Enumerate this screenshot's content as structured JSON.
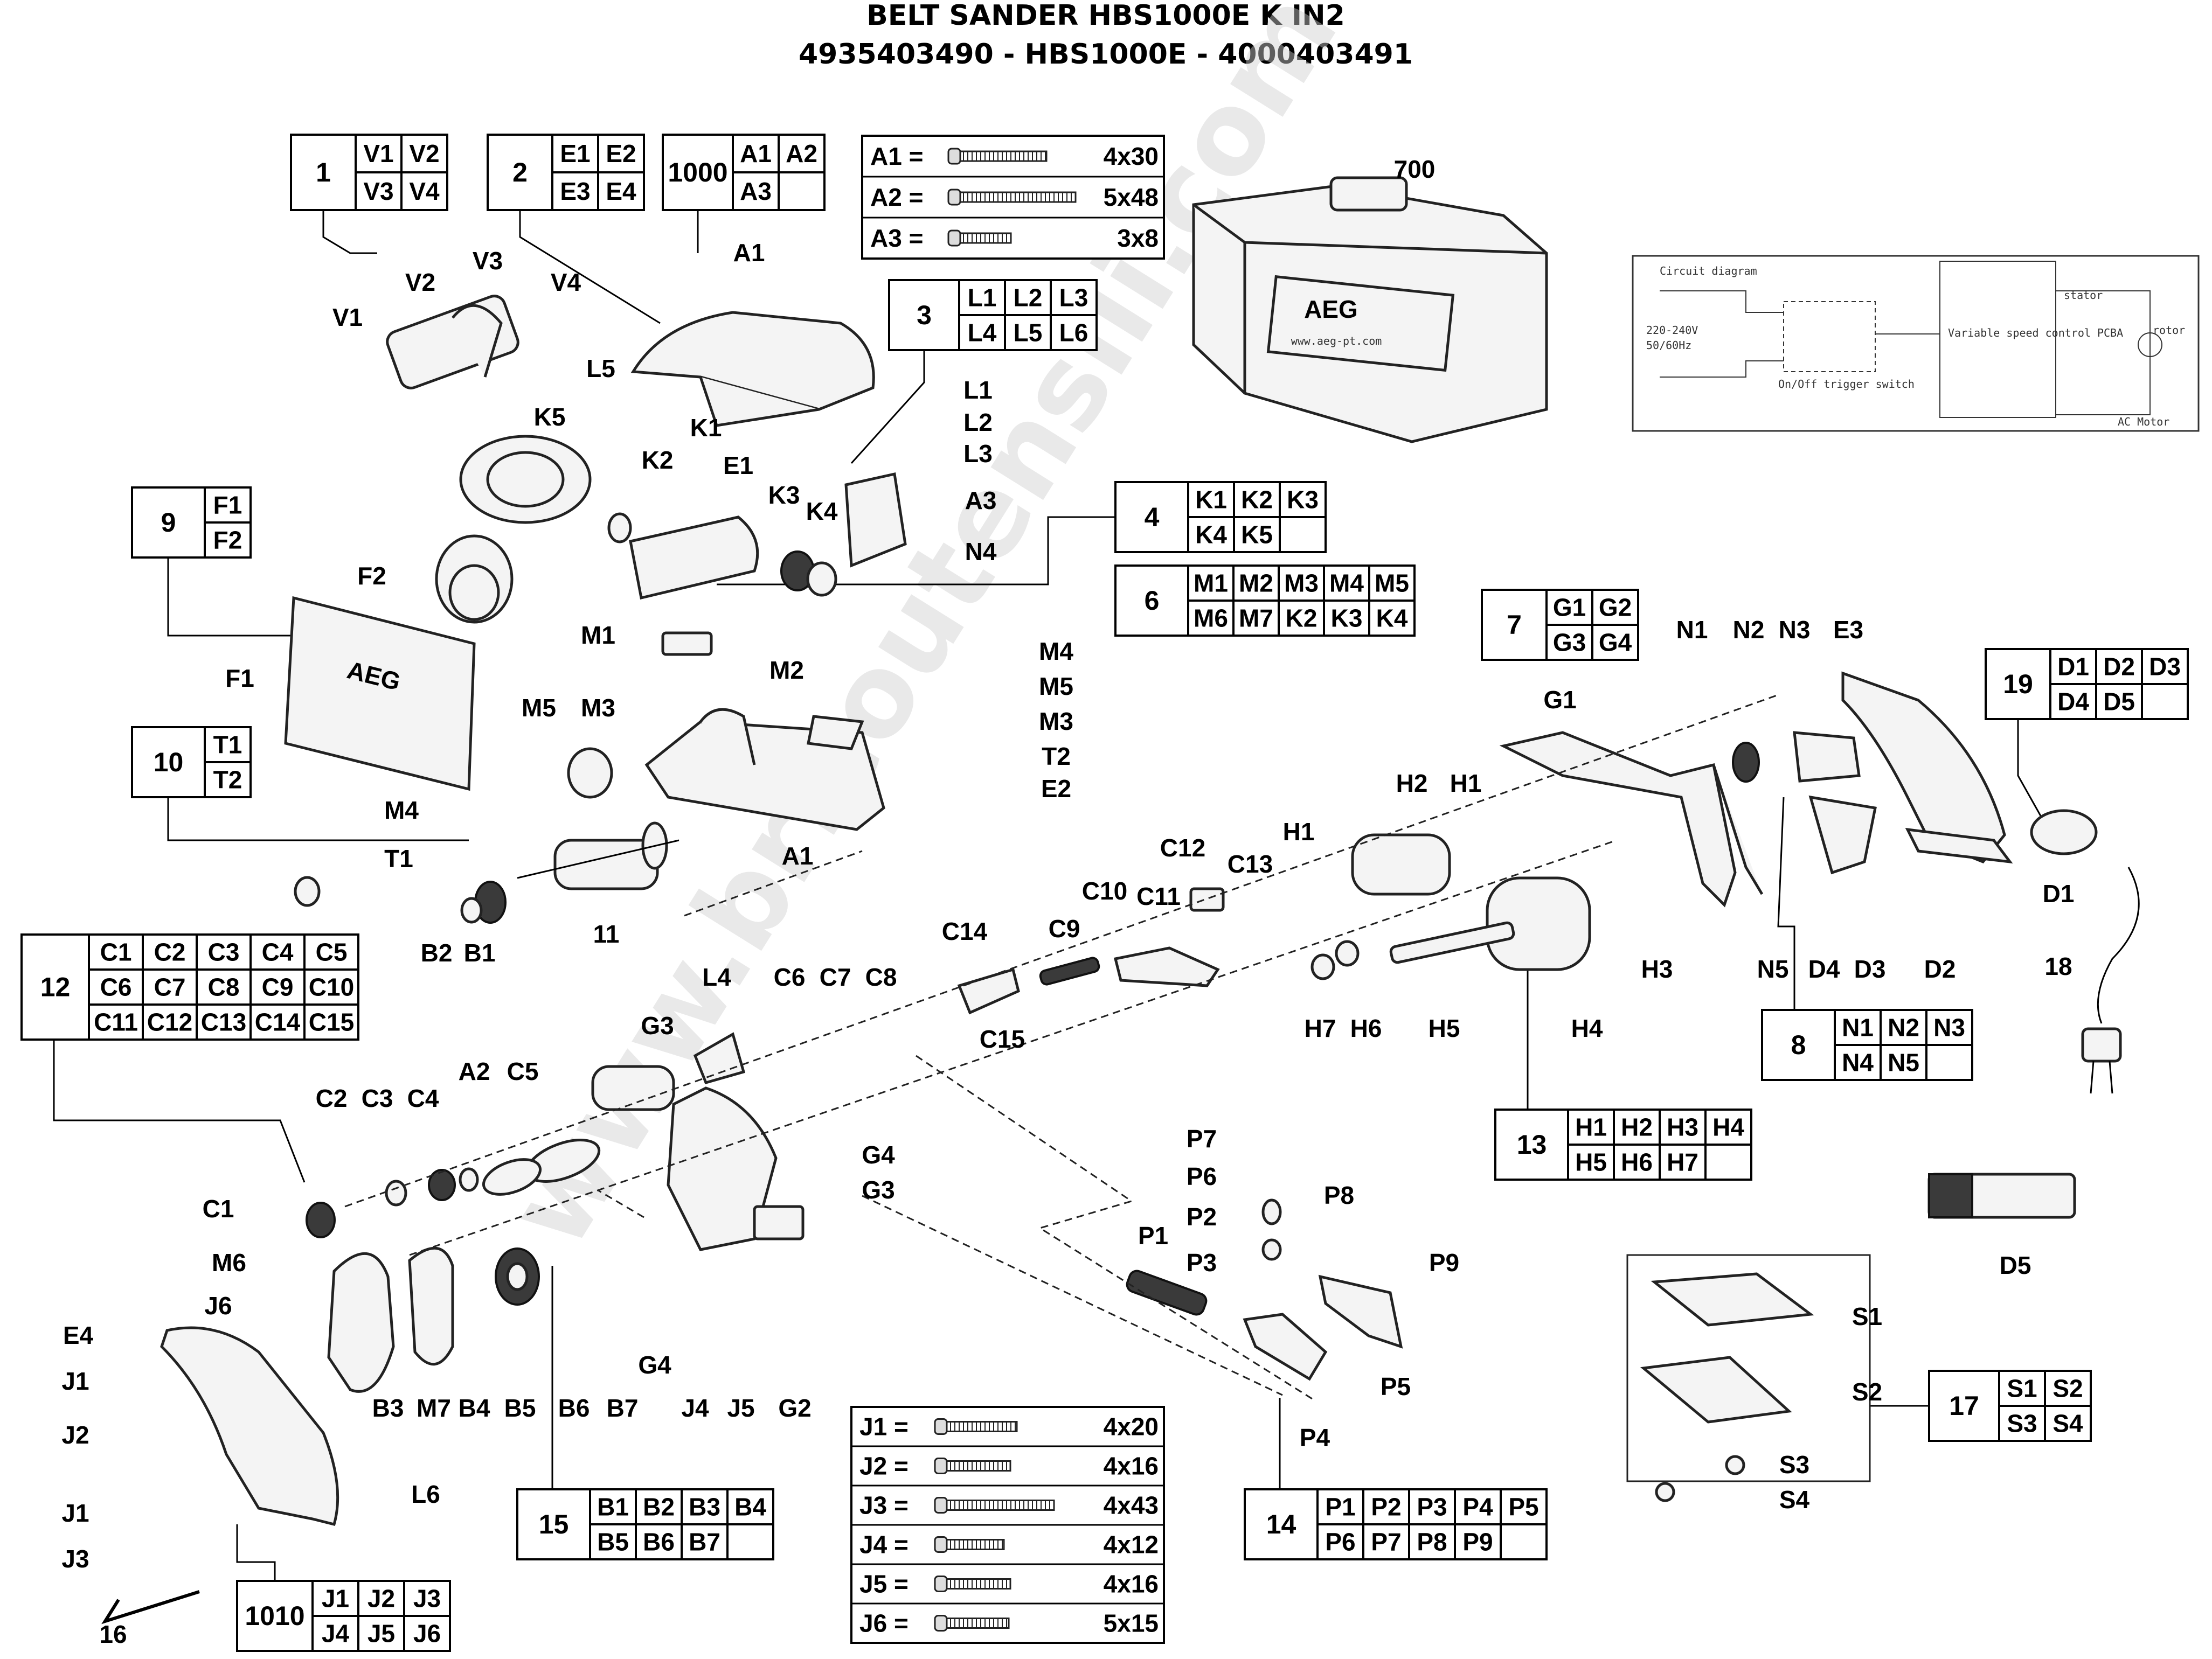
{
  "title": {
    "line1": "BELT SANDER HBS1000E K IN2",
    "line2": "4935403490 - HBS1000E - 4000403491"
  },
  "watermark": "www.bricoutensili.com",
  "case_logo": "AEG",
  "case_url": "www.aeg-pt.com",
  "case_number": "700",
  "circuit": {
    "title": "Circuit diagram",
    "voltage": "220-240V",
    "frequency": "50/60Hz",
    "switch": "On/Off trigger switch",
    "pcba": "Variable speed control PCBA",
    "stator": "stator",
    "rotor": "rotor",
    "motor": "AC Motor"
  },
  "kits": {
    "k1": {
      "num": "1",
      "cells": [
        "V1",
        "V2",
        "V3",
        "V4"
      ]
    },
    "k2": {
      "num": "2",
      "cells": [
        "E1",
        "E2",
        "E3",
        "E4"
      ]
    },
    "k1000": {
      "num": "1000",
      "cells": [
        "A1",
        "A2",
        "A3",
        ""
      ]
    },
    "k3": {
      "num": "3",
      "cells": [
        "L1",
        "L2",
        "L3",
        "L4",
        "L5",
        "L6"
      ]
    },
    "k4": {
      "num": "4",
      "cells": [
        "K1",
        "K2",
        "K3",
        "K4",
        "K5",
        ""
      ]
    },
    "k6": {
      "num": "6",
      "cells": [
        "M1",
        "M2",
        "M3",
        "M4",
        "M5",
        "M6",
        "M7",
        "K2",
        "K3",
        "K4"
      ]
    },
    "k7": {
      "num": "7",
      "cells": [
        "G1",
        "G2",
        "G3",
        "G4"
      ]
    },
    "k9": {
      "num": "9",
      "cells": [
        "F1",
        "F2"
      ]
    },
    "k10": {
      "num": "10",
      "cells": [
        "T1",
        "T2"
      ]
    },
    "k19": {
      "num": "19",
      "cells": [
        "D1",
        "D2",
        "D3",
        "D4",
        "D5",
        ""
      ]
    },
    "k12": {
      "num": "12",
      "cells": [
        "C1",
        "C2",
        "C3",
        "C4",
        "C5",
        "C6",
        "C7",
        "C8",
        "C9",
        "C10",
        "C11",
        "C12",
        "C13",
        "C14",
        "C15"
      ]
    },
    "k8": {
      "num": "8",
      "cells": [
        "N1",
        "N2",
        "N3",
        "N4",
        "N5",
        ""
      ]
    },
    "k13": {
      "num": "13",
      "cells": [
        "H1",
        "H2",
        "H3",
        "H4",
        "H5",
        "H6",
        "H7",
        ""
      ]
    },
    "k15": {
      "num": "15",
      "cells": [
        "B1",
        "B2",
        "B3",
        "B4",
        "B5",
        "B6",
        "B7",
        ""
      ]
    },
    "k14": {
      "num": "14",
      "cells": [
        "P1",
        "P2",
        "P3",
        "P4",
        "P5",
        "P6",
        "P7",
        "P8",
        "P9",
        ""
      ]
    },
    "k17": {
      "num": "17",
      "cells": [
        "S1",
        "S2",
        "S3",
        "S4"
      ]
    },
    "k1010": {
      "num": "1010",
      "cells": [
        "J1",
        "J2",
        "J3",
        "J4",
        "J5",
        "J6"
      ]
    }
  },
  "screws_a": [
    {
      "code": "A1 =",
      "size": "4x30"
    },
    {
      "code": "A2 =",
      "size": "5x48"
    },
    {
      "code": "A3 =",
      "size": "3x8"
    }
  ],
  "screws_j": [
    {
      "code": "J1 =",
      "size": "4x20"
    },
    {
      "code": "J2 =",
      "size": "4x16"
    },
    {
      "code": "J3 =",
      "size": "4x43"
    },
    {
      "code": "J4 =",
      "size": "4x12"
    },
    {
      "code": "J5 =",
      "size": "4x16"
    },
    {
      "code": "J6 =",
      "size": "5x15"
    }
  ],
  "labels": {
    "V1": "V1",
    "V2": "V2",
    "V3": "V3",
    "V4": "V4",
    "A1a": "A1",
    "A1b": "A1",
    "A2": "A2",
    "A3": "A3",
    "L1": "L1",
    "L2": "L2",
    "L3": "L3",
    "L5": "L5",
    "L4": "L4",
    "L6": "L6",
    "K1": "K1",
    "K2": "K2",
    "K3": "K3",
    "K4": "K4",
    "K5": "K5",
    "E1": "E1",
    "E2": "E2",
    "E3": "E3",
    "E4": "E4",
    "N1": "N1",
    "N2": "N2",
    "N3": "N3",
    "N4": "N4",
    "N5": "N5",
    "F1": "F1",
    "F2": "F2",
    "M1": "M1",
    "M2": "M2",
    "M3a": "M3",
    "M3b": "M3",
    "M4a": "M4",
    "M4b": "M4",
    "M5a": "M5",
    "M5b": "M5",
    "M6": "M6",
    "M7": "M7",
    "T1": "T1",
    "T2": "T2",
    "B1": "B1",
    "B2": "B2",
    "B3": "B3",
    "B4": "B4",
    "B5": "B5",
    "B6": "B6",
    "B7": "B7",
    "n11": "11",
    "n16": "16",
    "n18": "18",
    "G1": "G1",
    "G2": "G2",
    "G3a": "G3",
    "G3b": "G3",
    "G4a": "G4",
    "G4b": "G4",
    "H1a": "H1",
    "H1b": "H1",
    "H2": "H2",
    "H3": "H3",
    "H4": "H4",
    "H5": "H5",
    "H6": "H6",
    "H7": "H7",
    "C1": "C1",
    "C2": "C2",
    "C3": "C3",
    "C4": "C4",
    "C5": "C5",
    "C6": "C6",
    "C7": "C7",
    "C8": "C8",
    "C9": "C9",
    "C10": "C10",
    "C11": "C11",
    "C12": "C12",
    "C13": "C13",
    "C14": "C14",
    "C15": "C15",
    "D1": "D1",
    "D2": "D2",
    "D3": "D3",
    "D4": "D4",
    "D5": "D5",
    "J1a": "J1",
    "J1b": "J1",
    "J2": "J2",
    "J3": "J3",
    "J4": "J4",
    "J5": "J5",
    "J6": "J6",
    "P1": "P1",
    "P2": "P2",
    "P3": "P3",
    "P4": "P4",
    "P5": "P5",
    "P6": "P6",
    "P7": "P7",
    "P8": "P8",
    "P9": "P9",
    "S1": "S1",
    "S2": "S2",
    "S3": "S3",
    "S4": "S4"
  }
}
